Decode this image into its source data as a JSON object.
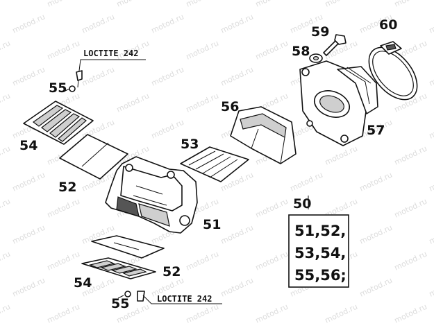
{
  "watermark": "motod.ru",
  "callouts": {
    "p50": "50",
    "p51": "51",
    "p52_top": "52",
    "p52_bottom": "52",
    "p53": "53",
    "p54_top": "54",
    "p54_bottom": "54",
    "p55_top": "55",
    "p55_bottom": "55",
    "p56": "56",
    "p57": "57",
    "p58": "58",
    "p59": "59",
    "p60": "60"
  },
  "notes": {
    "loctite_top": "LOCTITE 242",
    "loctite_bottom": "LOCTITE 242"
  },
  "kit_box": {
    "lines": [
      "51,52,",
      "53,54,",
      "55,56;"
    ]
  }
}
